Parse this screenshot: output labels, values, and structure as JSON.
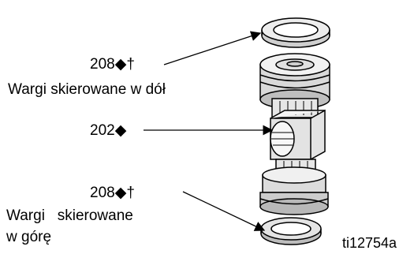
{
  "callouts": {
    "top_part": "208◆†",
    "top_caption": "Wargi skierowane w dół",
    "middle_part": "202◆",
    "bottom_part": "208◆†",
    "bottom_caption_line1": "Wargi   skierowane",
    "bottom_caption_line2": "w górę"
  },
  "figure_id": "ti12754a"
}
